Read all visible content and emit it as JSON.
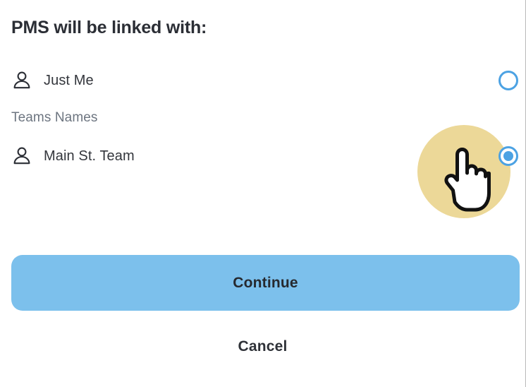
{
  "dialog": {
    "title": "PMS will be linked with:",
    "accent_color": "#4ca2e3",
    "button_color": "#7cc0ec",
    "highlight_color": "#ecd898"
  },
  "options": [
    {
      "label": "Just Me",
      "icon": "person-icon",
      "selected": false
    },
    {
      "label": "Main St. Team",
      "icon": "person-icon",
      "selected": true
    }
  ],
  "group_label": "Teams Names",
  "actions": {
    "continue_label": "Continue",
    "cancel_label": "Cancel"
  },
  "cursor": {
    "icon": "pointing-hand-cursor",
    "highlight": "click-highlight-circle"
  }
}
